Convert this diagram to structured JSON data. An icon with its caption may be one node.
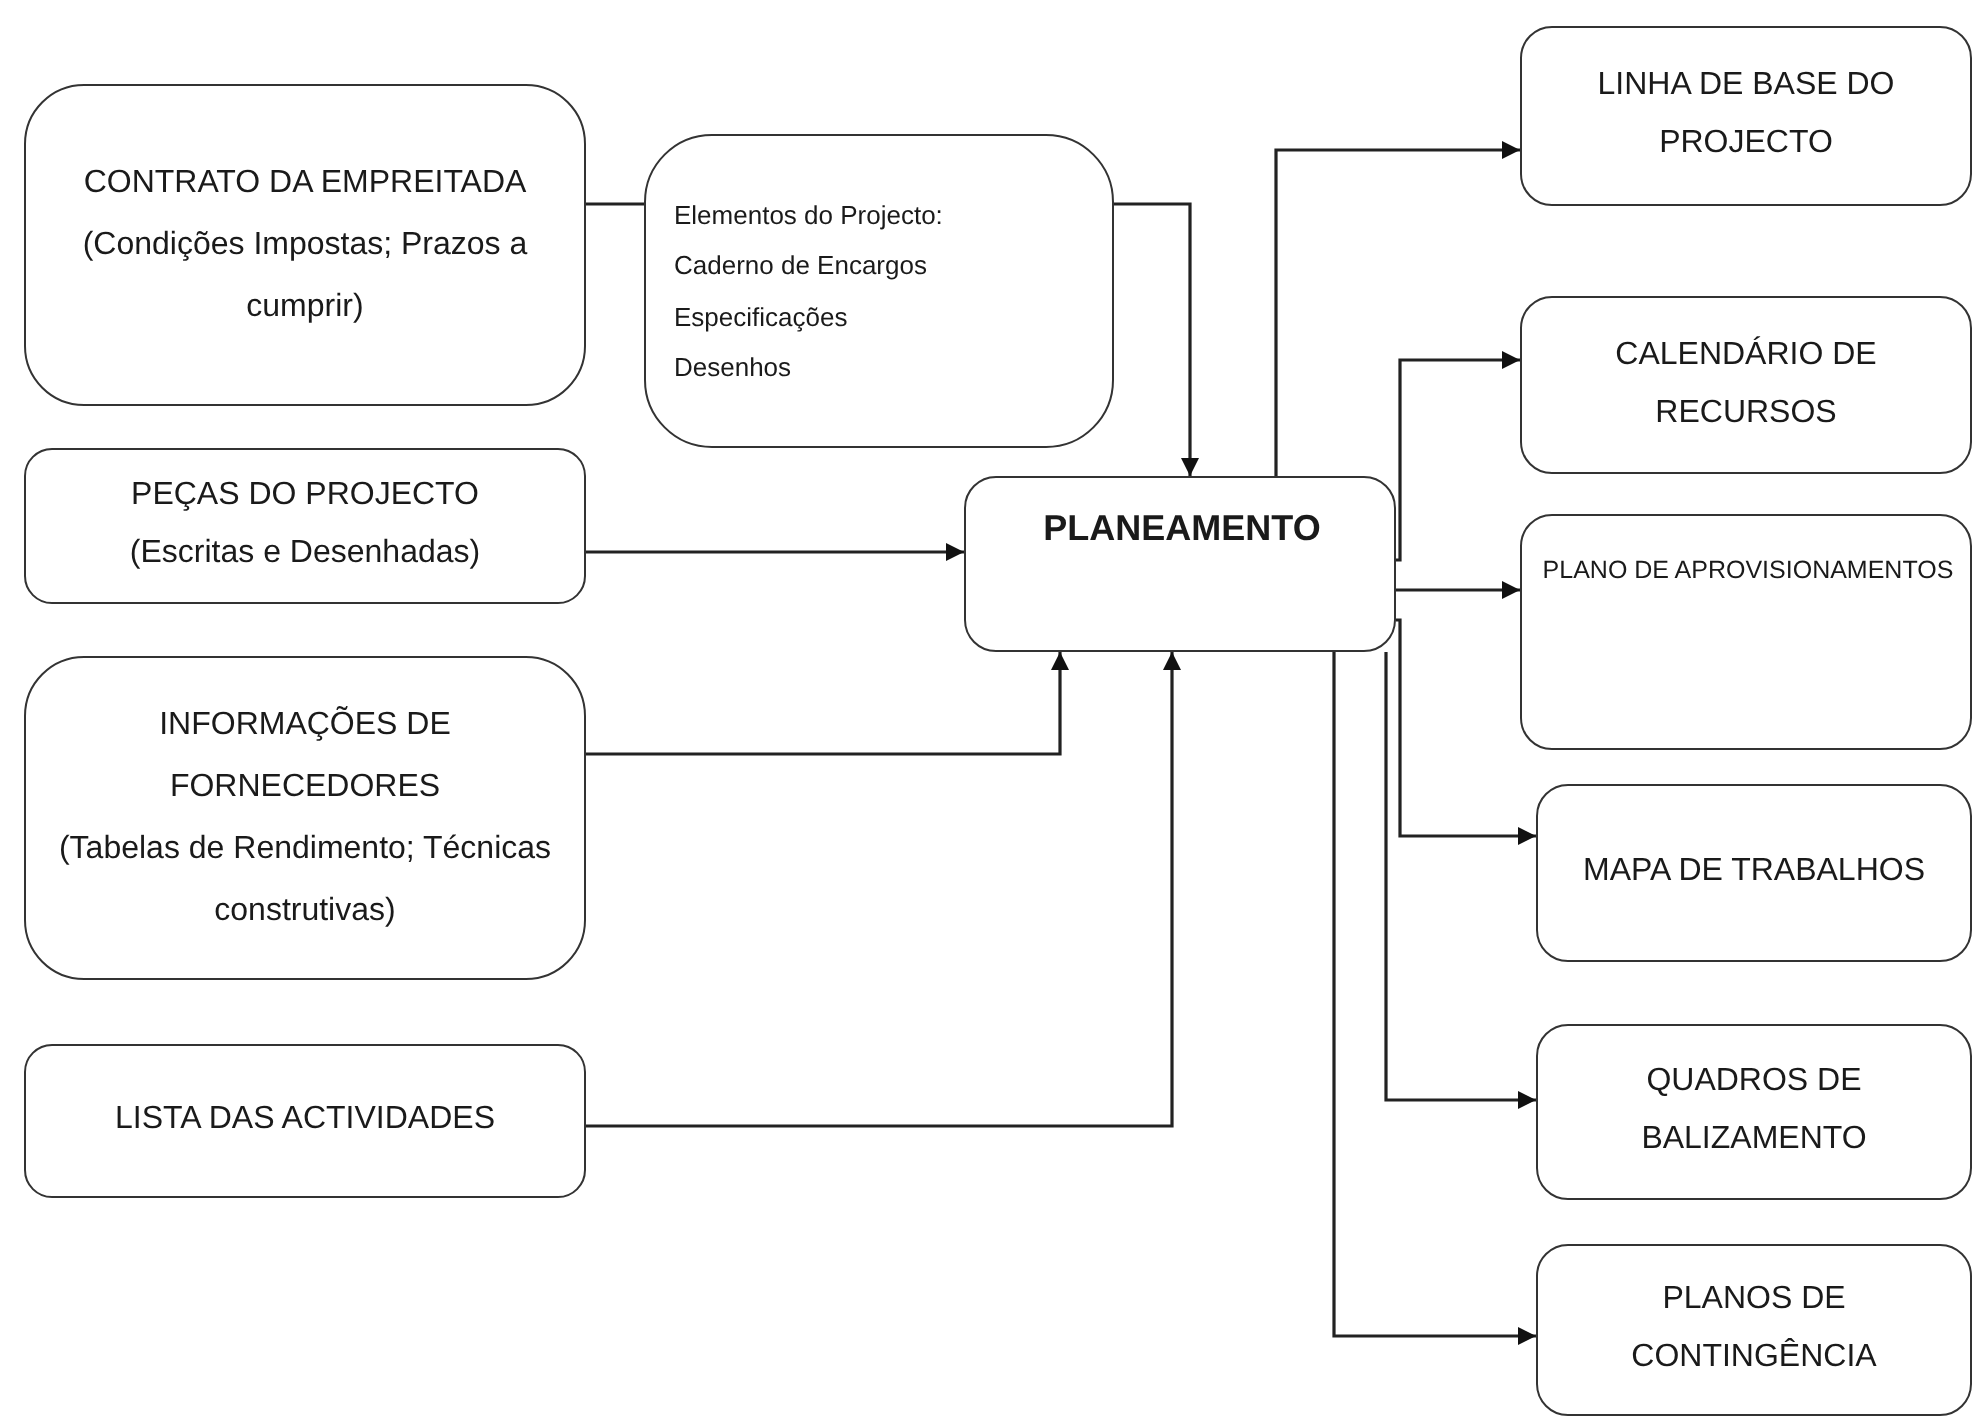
{
  "diagram": {
    "nodes": [
      {
        "text": [
          "CONTRATO DA EMPREITADA",
          "(Condições Impostas; Prazos a cumprir)"
        ]
      },
      {
        "text": [
          "Elementos do Projecto:",
          "Caderno de Encargos",
          "Especificações",
          "Desenhos"
        ]
      },
      {
        "text": [
          "PEÇAS DO PROJECTO",
          "(Escritas e Desenhadas)"
        ]
      },
      {
        "text": [
          "INFORMAÇÕES DE FORNECEDORES",
          "(Tabelas de Rendimento; Técnicas construtivas)"
        ]
      },
      {
        "text": [
          "LISTA DAS ACTIVIDADES"
        ]
      },
      {
        "text": [
          "PLANEAMENTO"
        ]
      },
      {
        "text": [
          "LINHA DE BASE DO PROJECTO"
        ]
      },
      {
        "text": [
          "CALENDÁRIO DE RECURSOS"
        ]
      },
      {
        "text": [
          "PLANO DE APROVISIONAMENTOS"
        ]
      },
      {
        "text": [
          "MAPA DE TRABALHOS"
        ]
      },
      {
        "text": [
          "QUADROS DE BALIZAMENTO"
        ]
      },
      {
        "text": [
          "PLANOS DE CONTINGÊNCIA"
        ]
      }
    ],
    "edges": [
      {
        "from": 0,
        "to": 1,
        "arrow": "none"
      },
      {
        "from": 1,
        "to": 5,
        "arrow": "to"
      },
      {
        "from": 2,
        "to": 5,
        "arrow": "to"
      },
      {
        "from": 3,
        "to": 5,
        "arrow": "to"
      },
      {
        "from": 4,
        "to": 5,
        "arrow": "to"
      },
      {
        "from": 5,
        "to": 6,
        "arrow": "to"
      },
      {
        "from": 5,
        "to": 7,
        "arrow": "to"
      },
      {
        "from": 5,
        "to": 8,
        "arrow": "to"
      },
      {
        "from": 5,
        "to": 9,
        "arrow": "to"
      },
      {
        "from": 5,
        "to": 10,
        "arrow": "to"
      },
      {
        "from": 5,
        "to": 11,
        "arrow": "to"
      }
    ]
  }
}
